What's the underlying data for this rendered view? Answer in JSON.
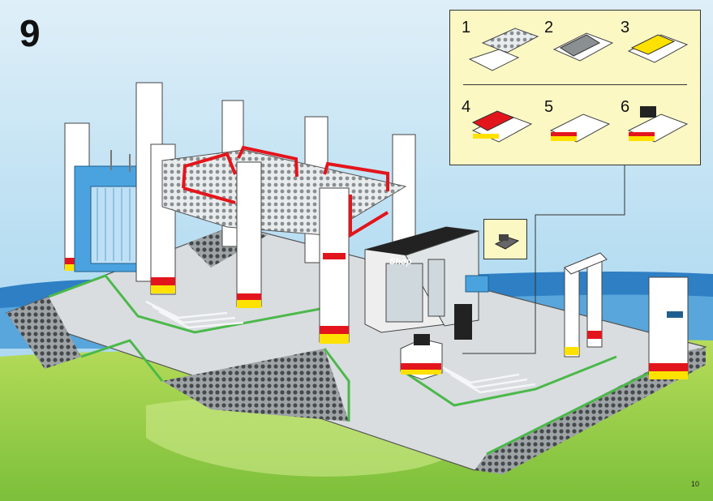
{
  "instruction": {
    "step_number": "9",
    "page_number": "10",
    "shop_sign": "Shop",
    "substeps": [
      {
        "number": "1"
      },
      {
        "number": "2"
      },
      {
        "number": "3"
      },
      {
        "number": "4"
      },
      {
        "number": "5"
      },
      {
        "number": "6"
      }
    ]
  },
  "colors": {
    "sky": "#a9d7ef",
    "sea": "#2f7fc6",
    "grass": "#8cc63f",
    "baseplate": "#d4d9dc",
    "baseplate_studs": "#6b6f72",
    "stripe_green": "#4cb84a",
    "white_brick": "#ffffff",
    "red_brick": "#e3151c",
    "yellow_brick": "#ffe100",
    "blue_brick": "#4aa3df",
    "black_brick": "#222222",
    "callout_bg": "#fbf8c4"
  }
}
